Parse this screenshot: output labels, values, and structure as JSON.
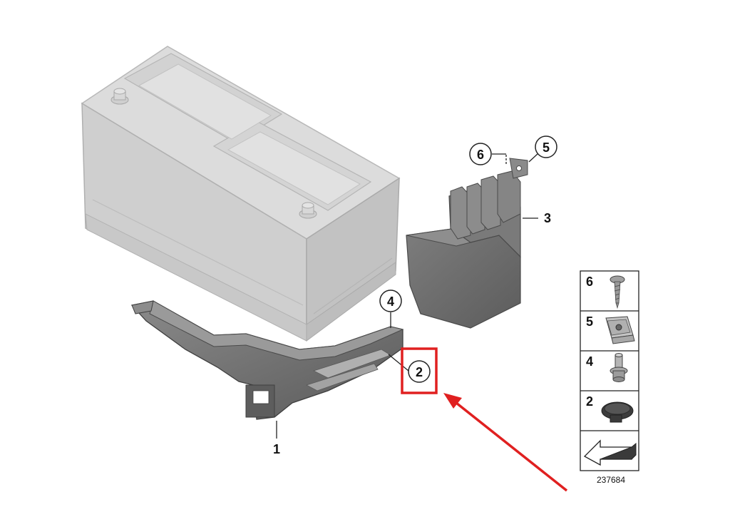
{
  "callouts": {
    "c1": "1",
    "c2": "2",
    "c3": "3",
    "c4": "4",
    "c5": "5",
    "c6": "6"
  },
  "legend": {
    "r6": "6",
    "r5": "5",
    "r4": "4",
    "r2": "2"
  },
  "diagram_id": "237684",
  "colors": {
    "battery": "#d9d9d9",
    "battery_edge": "#b5b5b5",
    "part_dark": "#6a6a6a",
    "highlight": "#e02020"
  }
}
